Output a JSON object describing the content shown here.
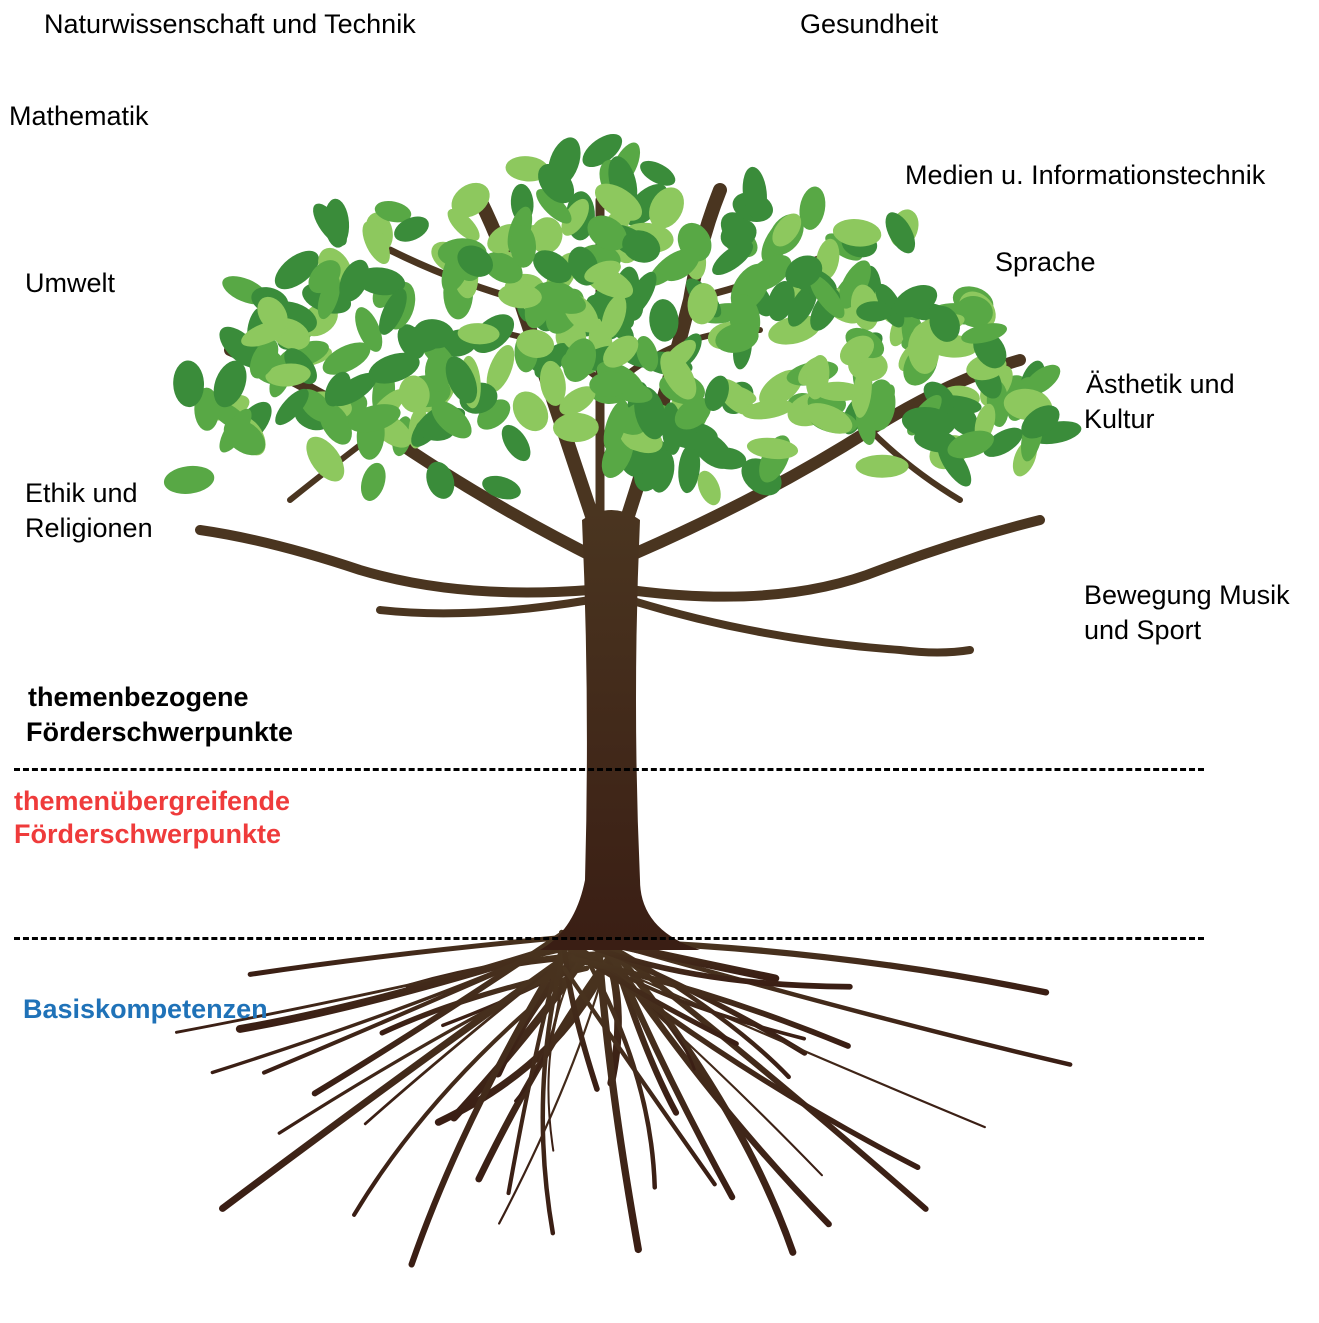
{
  "colors": {
    "trunk": "#3f2a1a",
    "leaf_dark": "#3a8c3a",
    "leaf_mid": "#58a845",
    "leaf_light": "#8dc85e",
    "red_label": "#ef3b3b",
    "blue_label": "#1f72b8"
  },
  "labels": {
    "naturwissenschaft": "Naturwissenschaft und Technik",
    "gesundheit": "Gesundheit",
    "mathematik": "Mathematik",
    "medien": "Medien u. Informationstechnik",
    "sprache": "Sprache",
    "umwelt": "Umwelt",
    "aesthetik_1": "Ästhetik und",
    "aesthetik_2": "Kultur",
    "ethik_1": "Ethik und",
    "ethik_2": "Religionen",
    "bewegung_1": "Bewegung Musik",
    "bewegung_2": "und Sport"
  },
  "levels": {
    "themenbezogene_1": "themenbezogene",
    "themenbezogene_2": "Förderschwerpunkte",
    "uebergreifende_1": "themenübergreifende",
    "uebergreifende_2": "Förderschwerpunkte",
    "basis": "Basiskompetenzen"
  }
}
